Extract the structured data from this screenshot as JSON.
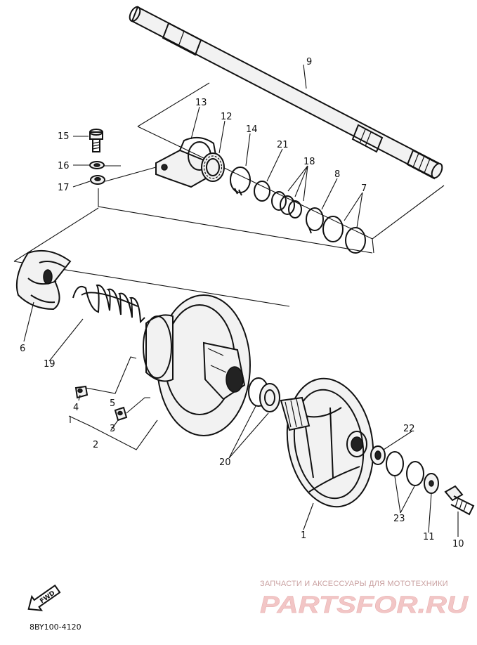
{
  "callouts": {
    "c1": "1",
    "c2": "2",
    "c3": "3",
    "c4": "4",
    "c5": "5",
    "c6": "6",
    "c7": "7",
    "c8": "8",
    "c9": "9",
    "c10": "10",
    "c11": "11",
    "c12": "12",
    "c13": "13",
    "c14": "14",
    "c15": "15",
    "c16": "16",
    "c17": "17",
    "c18": "18",
    "c19": "19",
    "c20": "20",
    "c21": "21",
    "c22": "22",
    "c23": "23"
  },
  "diagram_code": "8BY100-4120",
  "fwd_label": "FWD",
  "watermark": {
    "tagline": "ЗАПЧАСТИ И АКСЕССУАРЫ ДЛЯ МОТОТЕХНИКИ",
    "logo": "PARTSFOR.RU"
  },
  "icons": [
    "fwd-arrow-icon"
  ]
}
